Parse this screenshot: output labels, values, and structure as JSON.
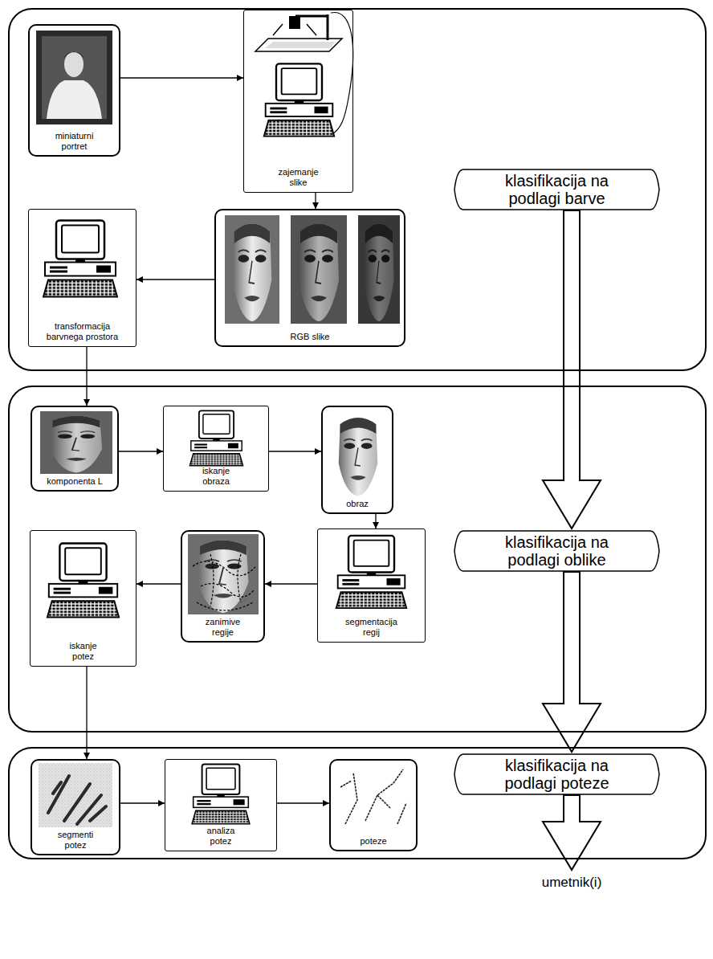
{
  "diagram": {
    "nodes": [
      {
        "text": []
      },
      {
        "text": [
          "miniaturni portret"
        ],
        "in": 0
      },
      {
        "text": [
          "zajemanje slike"
        ],
        "in": 0
      },
      {
        "text": [
          "RGB slike"
        ],
        "in": 0
      },
      {
        "text": [
          "transformacija barvnega prostora"
        ],
        "in": 0
      },
      {
        "text": [
          "klasifikacija na podlagi barve"
        ],
        "in": 0
      },
      {
        "text": []
      },
      {
        "text": [
          "komponenta L"
        ],
        "in": 6
      },
      {
        "text": [
          "iskanje obraza"
        ],
        "in": 6
      },
      {
        "text": [
          "obraz"
        ],
        "in": 6
      },
      {
        "text": [
          "segmentacija regij"
        ],
        "in": 6
      },
      {
        "text": [
          "zanimive regije"
        ],
        "in": 6
      },
      {
        "text": [
          "iskanje potez"
        ],
        "in": 6
      },
      {
        "text": [
          "klasifikacija na podlagi oblike"
        ],
        "in": 6
      },
      {
        "text": []
      },
      {
        "text": [
          "segmenti potez"
        ],
        "in": 14
      },
      {
        "text": [
          "analiza potez"
        ],
        "in": 14
      },
      {
        "text": [
          "poteze"
        ],
        "in": 14
      },
      {
        "text": [
          "klasifikacija na podlagi poteze"
        ],
        "in": 14
      },
      {
        "text": [
          "umetnik(i)"
        ]
      }
    ],
    "edges": [
      {
        "from": 1,
        "to": 2,
        "arrow": "to"
      },
      {
        "from": 2,
        "to": 3,
        "arrow": "to"
      },
      {
        "from": 3,
        "to": 4,
        "arrow": "to"
      },
      {
        "from": 4,
        "to": 7,
        "arrow": "to"
      },
      {
        "from": 7,
        "to": 8,
        "arrow": "to"
      },
      {
        "from": 8,
        "to": 9,
        "arrow": "to"
      },
      {
        "from": 9,
        "to": 10,
        "arrow": "to"
      },
      {
        "from": 10,
        "to": 11,
        "arrow": "to"
      },
      {
        "from": 11,
        "to": 12,
        "arrow": "to"
      },
      {
        "from": 12,
        "to": 15,
        "arrow": "to"
      },
      {
        "from": 15,
        "to": 16,
        "arrow": "to"
      },
      {
        "from": 16,
        "to": 17,
        "arrow": "to"
      },
      {
        "from": 5,
        "to": 13,
        "arrow": "to"
      },
      {
        "from": 13,
        "to": 18,
        "arrow": "to"
      },
      {
        "from": 18,
        "to": 19,
        "arrow": "to"
      }
    ]
  }
}
